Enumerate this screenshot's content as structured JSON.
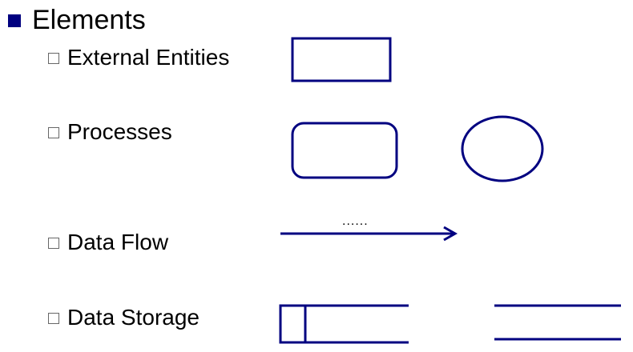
{
  "colors": {
    "bullet": "#000080",
    "shape_stroke": "#000080",
    "text": "#000000"
  },
  "heading": {
    "text": "Elements"
  },
  "items": [
    {
      "label": "External Entities",
      "symbols": [
        "rectangle"
      ]
    },
    {
      "label": "Processes",
      "symbols": [
        "rounded-rectangle",
        "circle"
      ]
    },
    {
      "label": "Data Flow",
      "symbols": [
        "arrow"
      ],
      "flow_label": "......"
    },
    {
      "label": "Data Storage",
      "symbols": [
        "open-ended-box",
        "parallel-lines"
      ]
    }
  ]
}
